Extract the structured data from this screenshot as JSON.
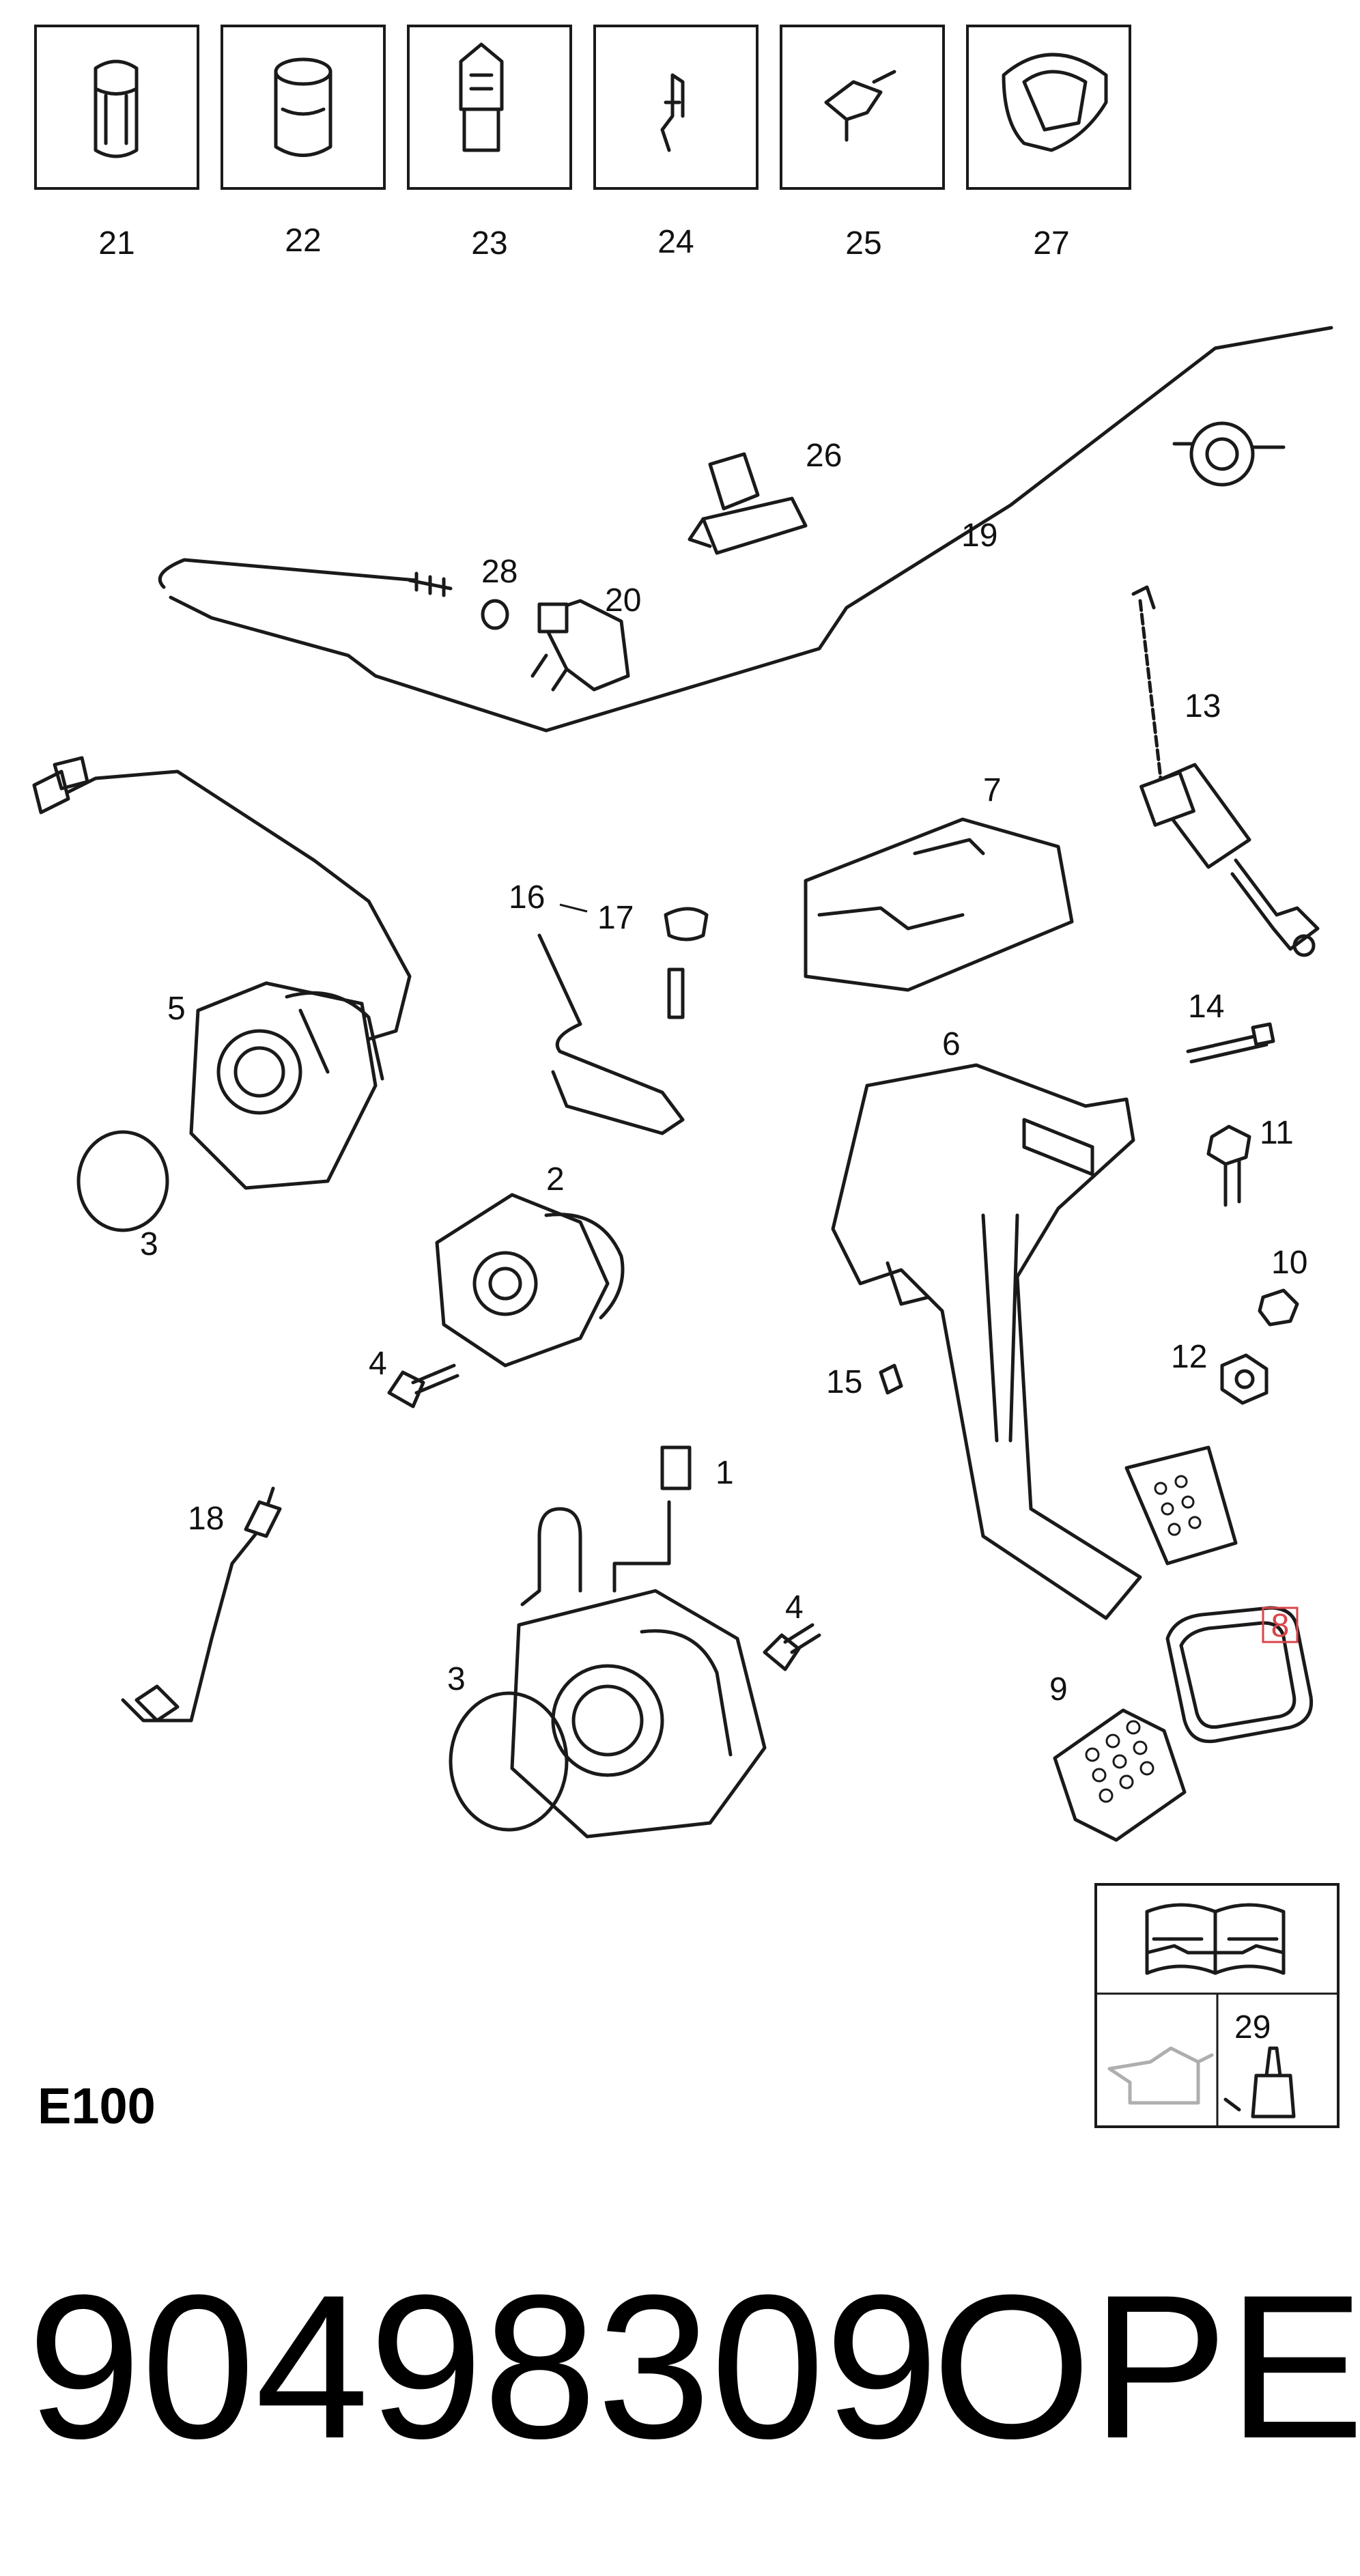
{
  "diagram": {
    "group_code": "E100",
    "part_number": "90498309",
    "brand": "OPEL",
    "highlighted_callout": "8",
    "highlight_color": "#d9454a",
    "legend_grid_labels": [
      "21",
      "22",
      "23",
      "24",
      "25",
      "27"
    ],
    "callouts": {
      "c1": "1",
      "c2": "2",
      "c3a": "3",
      "c3b": "3",
      "c4a": "4",
      "c4b": "4",
      "c5": "5",
      "c6": "6",
      "c7": "7",
      "c8": "8",
      "c9": "9",
      "c10": "10",
      "c11": "11",
      "c12": "12",
      "c13": "13",
      "c14": "14",
      "c15": "15",
      "c16": "16",
      "c17": "17",
      "c18": "18",
      "c19": "19",
      "c20": "20",
      "c26": "26",
      "c28": "28",
      "c29": "29"
    },
    "tool_box_icons": [
      "service-manual-icon",
      "oil-can-icon",
      "sealant-bottle-icon"
    ]
  }
}
